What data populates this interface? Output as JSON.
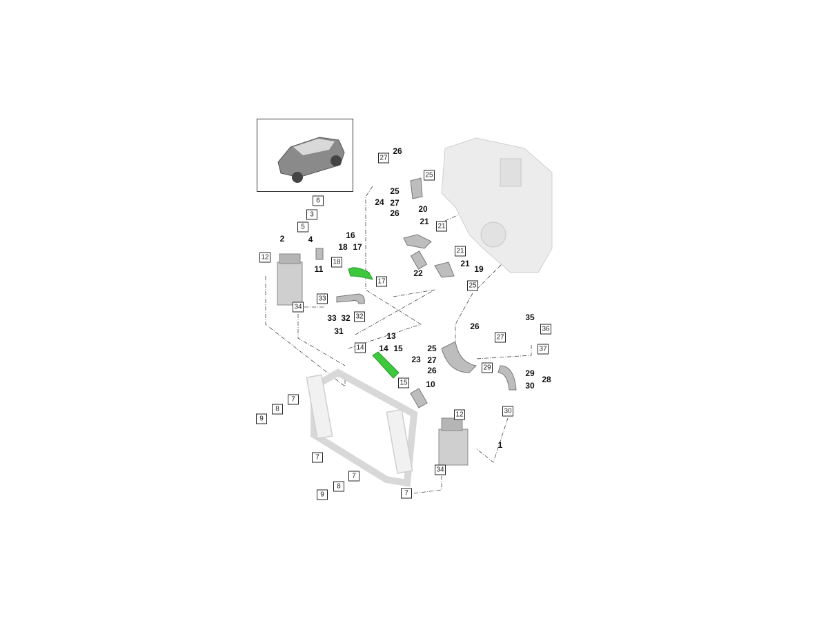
{
  "diagram": {
    "title_thumbnail": "vehicle-overview",
    "highlight_color": "#3ec83e",
    "boxed_callouts": [
      "27",
      "25",
      "6",
      "3",
      "5",
      "12",
      "18",
      "17",
      "21",
      "21",
      "33",
      "34",
      "32",
      "25",
      "14",
      "15",
      "27",
      "36",
      "37",
      "29",
      "30",
      "12",
      "7",
      "8",
      "9",
      "7",
      "7",
      "8",
      "9",
      "7",
      "34"
    ],
    "bold_callouts": [
      "26",
      "25",
      "24",
      "27",
      "26",
      "20",
      "21",
      "16",
      "18",
      "17",
      "2",
      "4",
      "11",
      "22",
      "21",
      "19",
      "33",
      "32",
      "31",
      "13",
      "14",
      "15",
      "26",
      "35",
      "25",
      "23",
      "27",
      "26",
      "10",
      "29",
      "30",
      "28",
      "1"
    ]
  }
}
